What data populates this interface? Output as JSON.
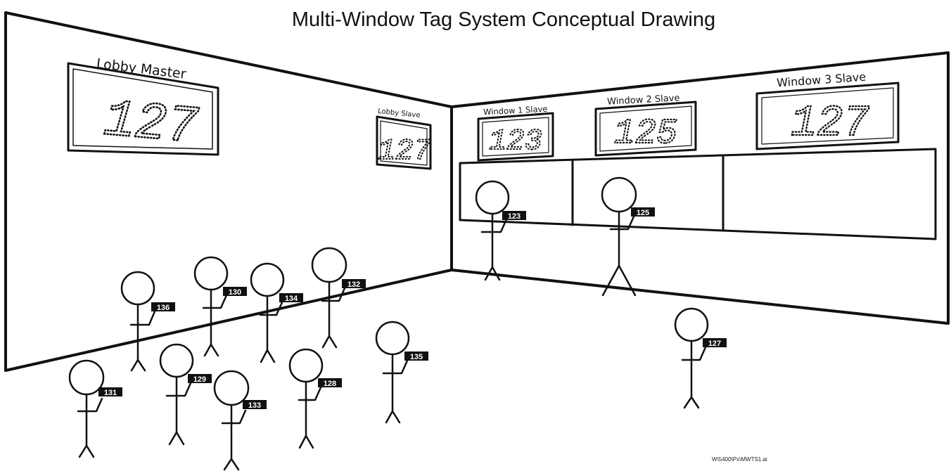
{
  "title": "Multi-Window Tag System Conceptual Drawing",
  "file_ref": "W\\5400\\Px\\MWTS1.ai",
  "displays": {
    "lobby_master": {
      "label": "Lobby Master",
      "number": "127"
    },
    "lobby_slave": {
      "label": "Lobby Slave",
      "number": "127"
    },
    "window_1": {
      "label": "Window 1 Slave",
      "number": "123"
    },
    "window_2": {
      "label": "Window 2 Slave",
      "number": "125"
    },
    "window_3": {
      "label": "Window 3 Slave",
      "number": "127"
    }
  },
  "people": [
    {
      "tag": "123",
      "role": "at-window-1"
    },
    {
      "tag": "125",
      "role": "at-window-2"
    },
    {
      "tag": "127",
      "role": "called-next"
    },
    {
      "tag": "136",
      "role": "waiting"
    },
    {
      "tag": "130",
      "role": "waiting"
    },
    {
      "tag": "134",
      "role": "waiting"
    },
    {
      "tag": "132",
      "role": "waiting"
    },
    {
      "tag": "135",
      "role": "waiting"
    },
    {
      "tag": "131",
      "role": "waiting"
    },
    {
      "tag": "129",
      "role": "waiting"
    },
    {
      "tag": "133",
      "role": "waiting"
    },
    {
      "tag": "128",
      "role": "waiting"
    }
  ]
}
